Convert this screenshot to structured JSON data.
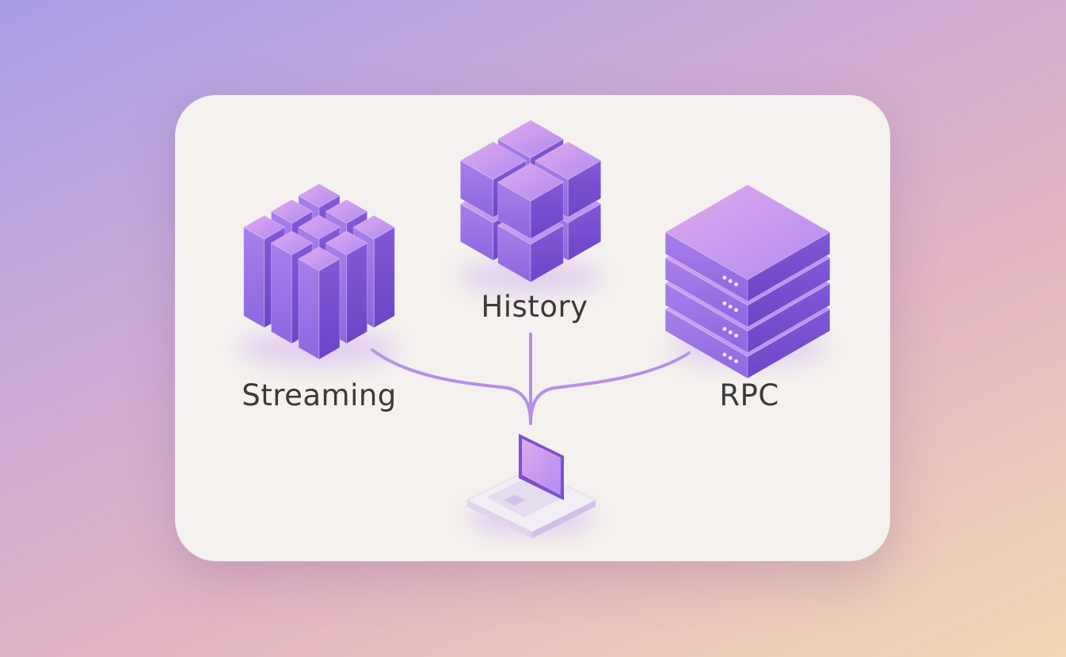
{
  "diagram": {
    "nodes": [
      {
        "id": "streaming",
        "label": "Streaming",
        "icon": "server-rack-cluster-icon"
      },
      {
        "id": "history",
        "label": "History",
        "icon": "cube-cluster-icon"
      },
      {
        "id": "rpc",
        "label": "RPC",
        "icon": "server-stack-icon"
      },
      {
        "id": "client",
        "icon": "laptop-icon"
      }
    ],
    "edges": [
      {
        "from": "streaming",
        "to": "client"
      },
      {
        "from": "history",
        "to": "client"
      },
      {
        "from": "rpc",
        "to": "client"
      }
    ],
    "colors": {
      "top": "#c8a2f2",
      "left": "#9a72e6",
      "right": "#7a50d2",
      "line": "#b58fe8",
      "card": "#f4f1ee"
    }
  }
}
